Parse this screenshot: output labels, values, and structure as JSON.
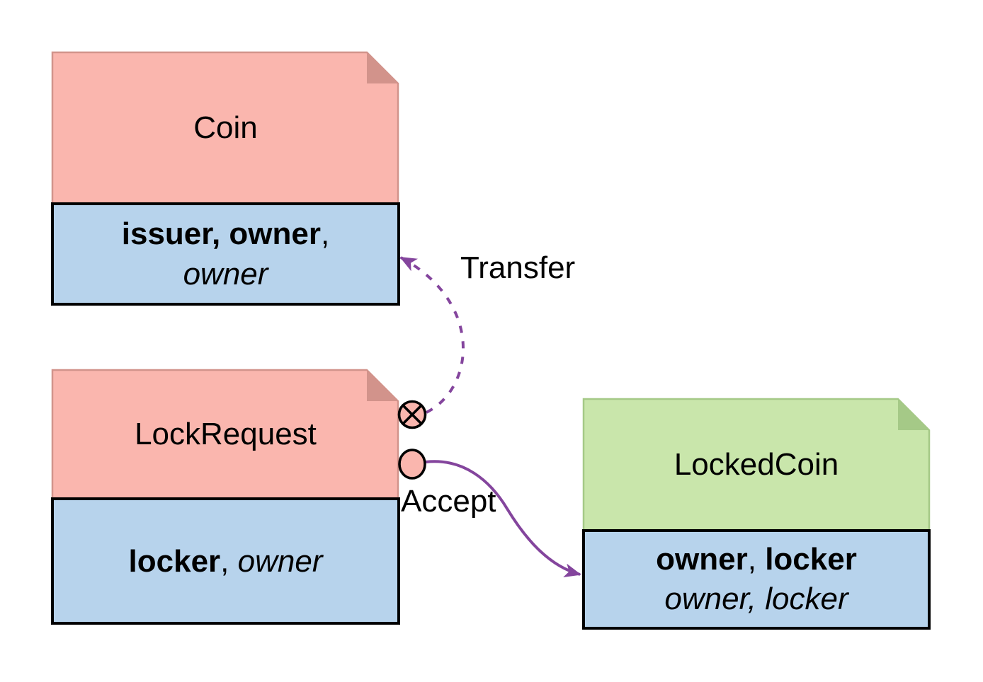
{
  "colors": {
    "pink": "#fab6ae",
    "pink_dark": "#d2938b",
    "blue": "#b7d3ec",
    "green": "#c9e6ab",
    "green_dark": "#a5c987",
    "purple": "#84459d",
    "ink": "#000000",
    "canvas": "#ffffff"
  },
  "icons": {
    "consuming_choice": "circle-with-x",
    "nonconsuming_choice": "open-circle"
  },
  "nodes": {
    "coin": {
      "title": "Coin",
      "signatories_bold": "issuer, owner",
      "signatories_suffix": ",",
      "observers_italic": "owner"
    },
    "lockrequest": {
      "title": "LockRequest",
      "signatories_bold": "locker",
      "separator": ", ",
      "observers_italic": "owner"
    },
    "lockedcoin": {
      "title": "LockedCoin",
      "line1_bold_a": "owner",
      "line1_sep": ", ",
      "line1_bold_b": "locker",
      "line2_italic": "owner, locker"
    }
  },
  "edges": {
    "transfer": {
      "label": "Transfer",
      "line_style": "dashed"
    },
    "accept": {
      "label": "Accept",
      "line_style": "solid"
    }
  }
}
